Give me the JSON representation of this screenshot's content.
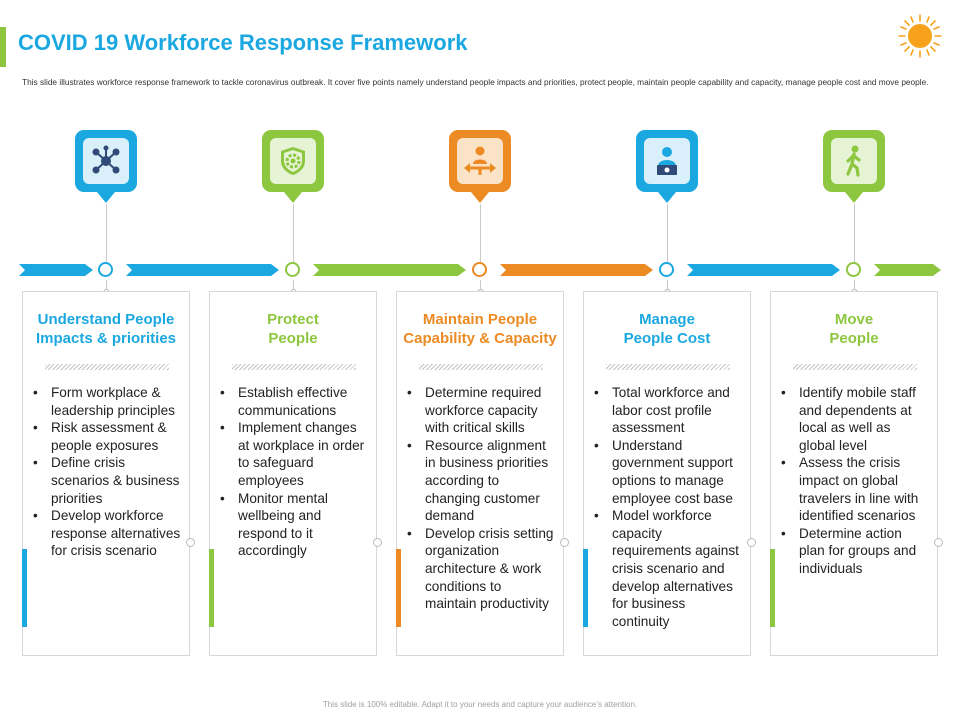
{
  "title": "COVID 19 Workforce Response Framework",
  "description": "This slide illustrates workforce response framework to tackle coronavirus outbreak. It cover five points namely understand people impacts and priorities, protect people, maintain people capability and capacity, manage people cost and move people.",
  "footer": "This slide is 100% editable. Adapt it to your needs and capture your audience’s attention.",
  "colors": {
    "blue": "#1ba8e0",
    "green": "#8dc63f",
    "orange": "#ec8a23",
    "title": "#1ba8e0",
    "sun": "#f7a21b"
  },
  "steps": [
    {
      "title_line1": "Understand People",
      "title_line2": "Impacts & priorities",
      "color": "#1ba8e0",
      "icon": "network-hub-icon",
      "bullets": [
        "Form workplace & leadership principles",
        "Risk assessment & people exposures",
        "Define crisis scenarios & business priorities",
        "Develop workforce response alternatives for crisis scenario"
      ]
    },
    {
      "title_line1": "Protect",
      "title_line2": "People",
      "color": "#8dc63f",
      "icon": "shield-gear-icon",
      "bullets": [
        "Establish effective communications",
        "Implement changes at workplace in order to safeguard employees",
        "Monitor mental wellbeing and respond to it accordingly"
      ]
    },
    {
      "title_line1": "Maintain People",
      "title_line2": "Capability & Capacity",
      "color": "#ec8a23",
      "icon": "person-arrows-icon",
      "bullets": [
        "Determine required workforce capacity with critical skills",
        "Resource alignment in business priorities according to changing customer demand",
        "Develop crisis setting organization architecture & work conditions to maintain productivity"
      ]
    },
    {
      "title_line1": "Manage",
      "title_line2": "People Cost",
      "color": "#1ba8e0",
      "icon": "employee-cost-icon",
      "bullets": [
        "Total workforce and labor cost profile assessment",
        "Understand government support options to manage employee cost base",
        "Model workforce capacity requirements against crisis scenario and develop alternatives for business continuity"
      ]
    },
    {
      "title_line1": "Move",
      "title_line2": "People",
      "color": "#8dc63f",
      "icon": "walking-person-icon",
      "bullets": [
        "Identify mobile staff and dependents at local as well as global level",
        "Assess the crisis impact on global travelers in line with identified scenarios",
        "Determine action plan for groups and individuals"
      ]
    }
  ]
}
